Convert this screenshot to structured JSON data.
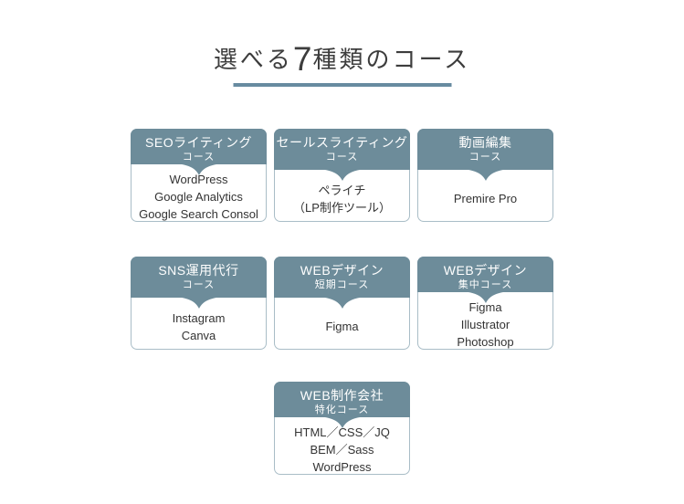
{
  "page": {
    "title": {
      "prefix": "選べる",
      "number": "7",
      "suffix": "種類のコース"
    },
    "accent_color": "#6d8c9a",
    "underline_color": "#678ba0",
    "border_color": "#a9bdc7",
    "text_color": "#333333"
  },
  "courses": [
    {
      "name": "SEOライティング",
      "subtitle": "コース",
      "tools": [
        "WordPress",
        "Google Analytics",
        "Google Search Consol"
      ]
    },
    {
      "name": "セールスライティング",
      "subtitle": "コース",
      "tools": [
        "ペライチ",
        "（LP制作ツール）"
      ]
    },
    {
      "name": "動画編集",
      "subtitle": "コース",
      "tools": [
        "Premire Pro"
      ]
    },
    {
      "name": "SNS運用代行",
      "subtitle": "コース",
      "tools": [
        "Instagram",
        "Canva"
      ]
    },
    {
      "name": "WEBデザイン",
      "subtitle": "短期コース",
      "tools": [
        "Figma"
      ]
    },
    {
      "name": "WEBデザイン",
      "subtitle": "集中コース",
      "tools": [
        "Figma",
        "Illustrator",
        "Photoshop"
      ]
    },
    {
      "name": "WEB制作会社",
      "subtitle": "特化コース",
      "tools": [
        "HTML／CSS／JQ",
        "BEM／Sass",
        "WordPress"
      ]
    }
  ]
}
